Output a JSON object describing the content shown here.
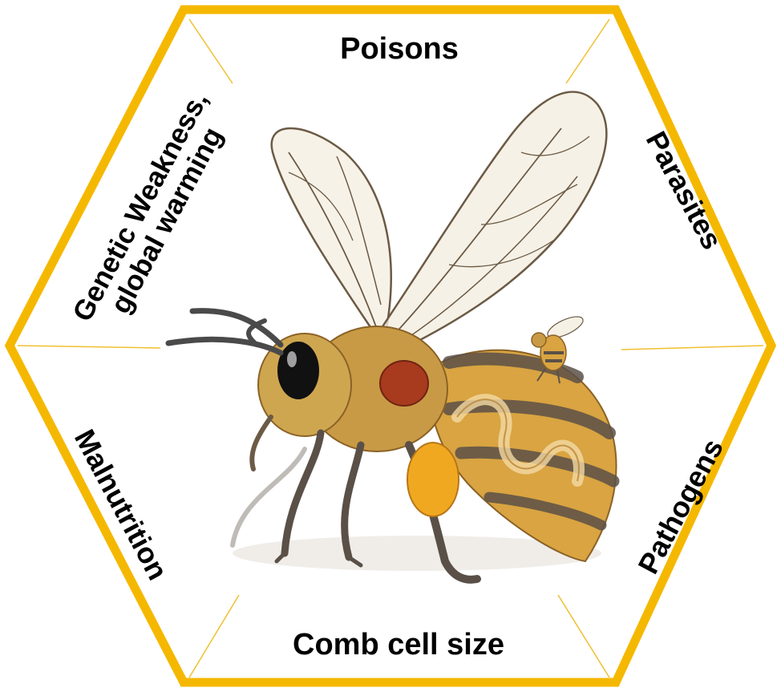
{
  "diagram": {
    "factors": {
      "top": "Poisons",
      "upper_right": "Parasites",
      "lower_right": "Pathogens",
      "bottom": "Comb cell size",
      "lower_left": "Malnutrition",
      "upper_left_line1": "Genetic Weakness,",
      "upper_left_line2": "global warming"
    },
    "colors": {
      "hexagon_border": "#F5B800",
      "divider": "#F0C030",
      "text": "#000000",
      "bee_body": "#D9A441",
      "bee_fur": "#C99A45",
      "bee_stripe": "#5A5048",
      "bee_eye": "#111111",
      "wing": "#F4EEE0",
      "wing_vein": "#6B5A45",
      "pollen": "#F0A820",
      "gland": "#A83A1E"
    },
    "icons": {
      "center": "honeybee-illustration",
      "small": "small-parasite-bee-icon"
    }
  }
}
